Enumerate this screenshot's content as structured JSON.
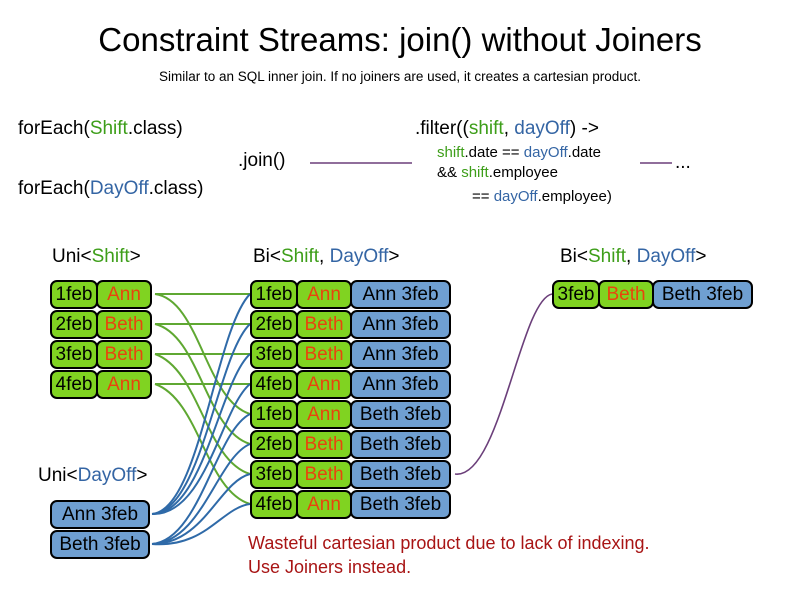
{
  "slide": {
    "title": "Constraint Streams: join() without Joiners",
    "subtitle": "Similar to an SQL inner join. If no joiners are used, it creates a cartesian product.",
    "note_line1": "Wasteful cartesian product due to lack of indexing.",
    "note_line2": "Use Joiners instead.",
    "note_color": "#a81414"
  },
  "code": {
    "forEach_shift_pre": "forEach(",
    "forEach_shift_type": "Shift",
    "forEach_shift_post": ".class)",
    "forEach_dayoff_pre": "forEach(",
    "forEach_dayoff_type": "DayOff",
    "forEach_dayoff_post": ".class)",
    "join_label": ".join()",
    "filter_open": ".filter((",
    "filter_param_shift": "shift",
    "filter_param_comma": ", ",
    "filter_param_dayoff": "dayOff",
    "filter_arrow": ") ->",
    "filter_l2_a": "shift",
    "filter_l2_b": ".date == ",
    "filter_l2_c": "dayOff",
    "filter_l2_d": ".date",
    "filter_l3_a": "&& ",
    "filter_l3_b": "shift",
    "filter_l3_c": ".employee",
    "filter_l4_a": "== ",
    "filter_l4_b": "dayOff",
    "filter_l4_c": ".employee)",
    "ellipsis": "..."
  },
  "headers": {
    "uni_shift_pre": "Uni<",
    "uni_shift_type": "Shift",
    "uni_shift_post": ">",
    "bi_pre": "Bi<",
    "bi_type_a": "Shift",
    "bi_comma": ", ",
    "bi_type_b": "DayOff",
    "bi_post": ">",
    "uni_dayoff_pre": "Uni<",
    "uni_dayoff_type": "DayOff",
    "uni_dayoff_post": ">"
  },
  "colors": {
    "shift_green": "#80d321",
    "dayoff_blue": "#6f9fd1",
    "employee_orange": "#e8450d",
    "type_green": "#3d9e19",
    "type_blue": "#3465a4",
    "wire_green": "#5fa832",
    "wire_blue": "#2f6aa8",
    "wire_purple": "#6b3f7a"
  },
  "streams": {
    "uni_shift": [
      {
        "date": "1feb",
        "employee": "Ann"
      },
      {
        "date": "2feb",
        "employee": "Beth"
      },
      {
        "date": "3feb",
        "employee": "Beth"
      },
      {
        "date": "4feb",
        "employee": "Ann"
      }
    ],
    "uni_dayoff": [
      {
        "label": "Ann 3feb"
      },
      {
        "label": "Beth 3feb"
      }
    ],
    "bi_cartesian": [
      {
        "date": "1feb",
        "employee": "Ann",
        "dayoff": "Ann 3feb"
      },
      {
        "date": "2feb",
        "employee": "Beth",
        "dayoff": "Ann 3feb"
      },
      {
        "date": "3feb",
        "employee": "Beth",
        "dayoff": "Ann 3feb"
      },
      {
        "date": "4feb",
        "employee": "Ann",
        "dayoff": "Ann 3feb"
      },
      {
        "date": "1feb",
        "employee": "Ann",
        "dayoff": "Beth 3feb"
      },
      {
        "date": "2feb",
        "employee": "Beth",
        "dayoff": "Beth 3feb"
      },
      {
        "date": "3feb",
        "employee": "Beth",
        "dayoff": "Beth 3feb"
      },
      {
        "date": "4feb",
        "employee": "Ann",
        "dayoff": "Beth 3feb"
      }
    ],
    "bi_result": [
      {
        "date": "3feb",
        "employee": "Beth",
        "dayoff": "Beth 3feb"
      }
    ]
  }
}
